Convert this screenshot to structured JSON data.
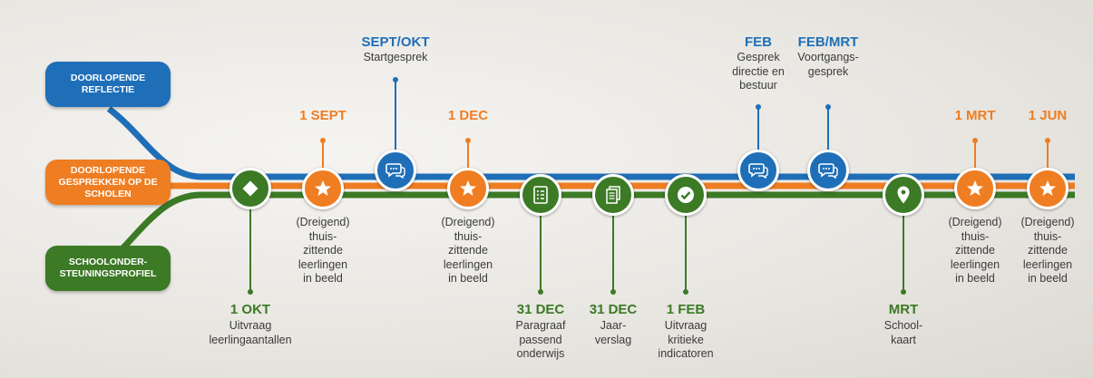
{
  "colors": {
    "blue": "#1f6fb8",
    "orange": "#ef7d22",
    "green": "#3c7a26"
  },
  "tracks": {
    "blue": "Doorlopende reflectie",
    "orange": "Doorlopende gesprekken op de scholen",
    "green": "Schoolonder-steuningsprofiel"
  },
  "milestones": {
    "okt1": {
      "date": "1 OKT",
      "desc": "Uitvraag\nleerlingaantallen",
      "icon": "diamond-icon"
    },
    "sept1": {
      "date": "1 SEPT",
      "desc": "(Dreigend)\nthuis-\nzittende\nleerlingen\nin beeld",
      "icon": "star-icon"
    },
    "septokt": {
      "date": "SEPT/OKT",
      "desc": "Startgesprek",
      "icon": "chat-icon"
    },
    "dec1": {
      "date": "1 DEC",
      "desc": "(Dreigend)\nthuis-\nzittende\nleerlingen\nin beeld",
      "icon": "star-icon"
    },
    "dec31a": {
      "date": "31 DEC",
      "desc": "Paragraaf\npassend\nonderwijs",
      "icon": "checklist-icon"
    },
    "dec31b": {
      "date": "31 DEC",
      "desc": "Jaar-\nverslag",
      "icon": "documents-icon"
    },
    "feb1": {
      "date": "1 FEB",
      "desc": "Uitvraag\nkritieke\nindicatoren",
      "icon": "check-icon"
    },
    "feb": {
      "date": "FEB",
      "desc": "Gesprek\ndirectie en\nbestuur",
      "icon": "chat-icon"
    },
    "febmrt": {
      "date": "FEB/MRT",
      "desc": "Voortgangs-\ngesprek",
      "icon": "chat-icon"
    },
    "mrt": {
      "date": "MRT",
      "desc": "School-\nkaart",
      "icon": "location-pin-icon"
    },
    "mrt1": {
      "date": "1 MRT",
      "desc": "(Dreigend)\nthuis-\nzittende\nleerlingen\nin beeld",
      "icon": "star-icon"
    },
    "jun1": {
      "date": "1 JUN",
      "desc": "(Dreigend)\nthuis-\nzittende\nleerlingen\nin beeld",
      "icon": "star-icon"
    }
  }
}
